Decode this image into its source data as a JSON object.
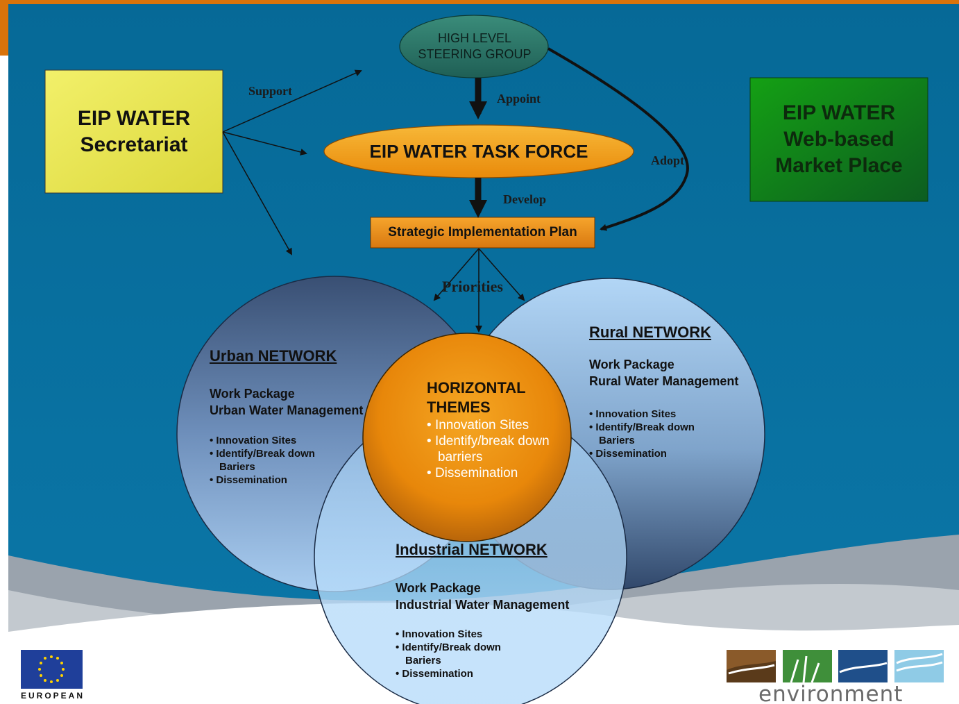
{
  "nodes": {
    "steering_group": {
      "line1": "HIGH LEVEL",
      "line2": "STEERING GROUP"
    },
    "secretariat": {
      "line1": "EIP WATER",
      "line2": "Secretariat"
    },
    "task_force": {
      "label": "EIP WATER TASK FORCE"
    },
    "marketplace": {
      "line1": "EIP WATER",
      "line2": "Web-based",
      "line3": "Market Place"
    },
    "sip": {
      "label": "Strategic Implementation Plan"
    },
    "horizontal_themes": {
      "title1": "HORIZONTAL",
      "title2": "THEMES",
      "items": [
        "Innovation Sites",
        "Identify/break down",
        "barriers",
        "Dissemination"
      ]
    },
    "urban": {
      "title": "Urban NETWORK",
      "wp1": "Work Package",
      "wp2": "Urban Water Management",
      "items": [
        "Innovation Sites",
        "Identify/Break down",
        "Bariers",
        "Dissemination"
      ]
    },
    "rural": {
      "title": "Rural NETWORK",
      "wp1": "Work Package",
      "wp2": "Rural Water Management",
      "items": [
        "Innovation Sites",
        "Identify/Break down",
        "Bariers",
        "Dissemination"
      ]
    },
    "industrial": {
      "title": "Industrial NETWORK",
      "wp1": "Work Package",
      "wp2": "Industrial Water Management",
      "items": [
        "Innovation Sites",
        "Identify/Break down",
        "Bariers",
        "Dissemination"
      ]
    }
  },
  "edges": {
    "support": "Support",
    "appoint": "Appoint",
    "develop": "Develop",
    "adopt": "Adopt",
    "priorities": "Priorities"
  },
  "logos": {
    "eu": "EUROPEAN",
    "environment": "environment"
  },
  "colors": {
    "background": "#0a6c9c",
    "accent_orange": "#d9730a",
    "secretariat_fill": "#f5f26a",
    "marketplace_fill": "#1f8a1f",
    "task_force_fill": "#f09a14",
    "steering_fill": "#2f7f6f"
  }
}
